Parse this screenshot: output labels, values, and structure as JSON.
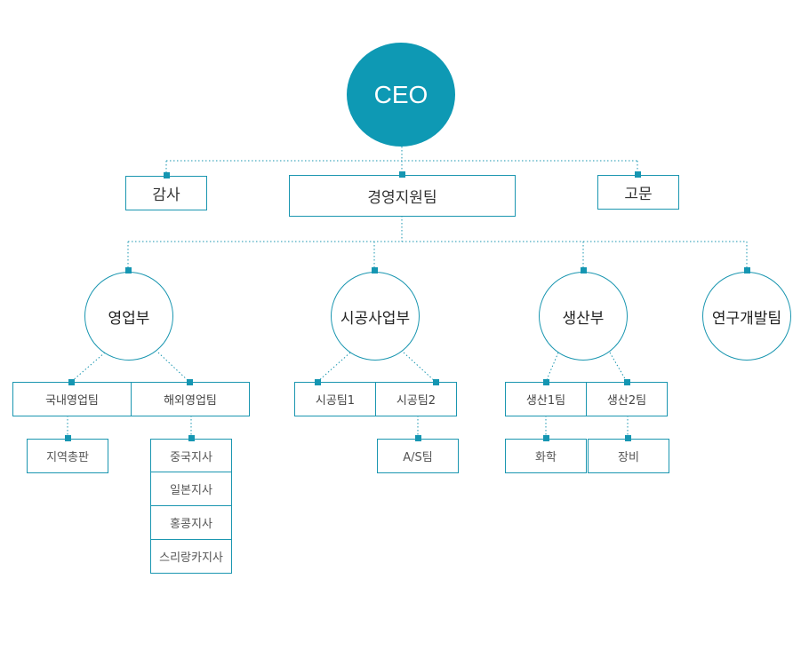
{
  "colors": {
    "accent": "#0e99b4",
    "line": "#1a96b0",
    "text": "#333333"
  },
  "ceo": "CEO",
  "top": {
    "audit": "감사",
    "mgmt_support": "경영지원팀",
    "advisor": "고문"
  },
  "divisions": {
    "sales": {
      "name": "영업부",
      "domestic": "국내영업팀",
      "overseas": "해외영업팀",
      "regional_sales": "지역총판",
      "branches": [
        "중국지사",
        "일본지사",
        "홍콩지사",
        "스리랑카지사"
      ]
    },
    "construction": {
      "name": "시공사업부",
      "team1": "시공팀1",
      "team2": "시공팀2",
      "as": "A/S팀"
    },
    "production": {
      "name": "생산부",
      "team1": "생산1팀",
      "team2": "생산2팀",
      "chemistry": "화학",
      "equipment": "장비"
    },
    "rnd": {
      "name": "연구개발팀"
    }
  }
}
